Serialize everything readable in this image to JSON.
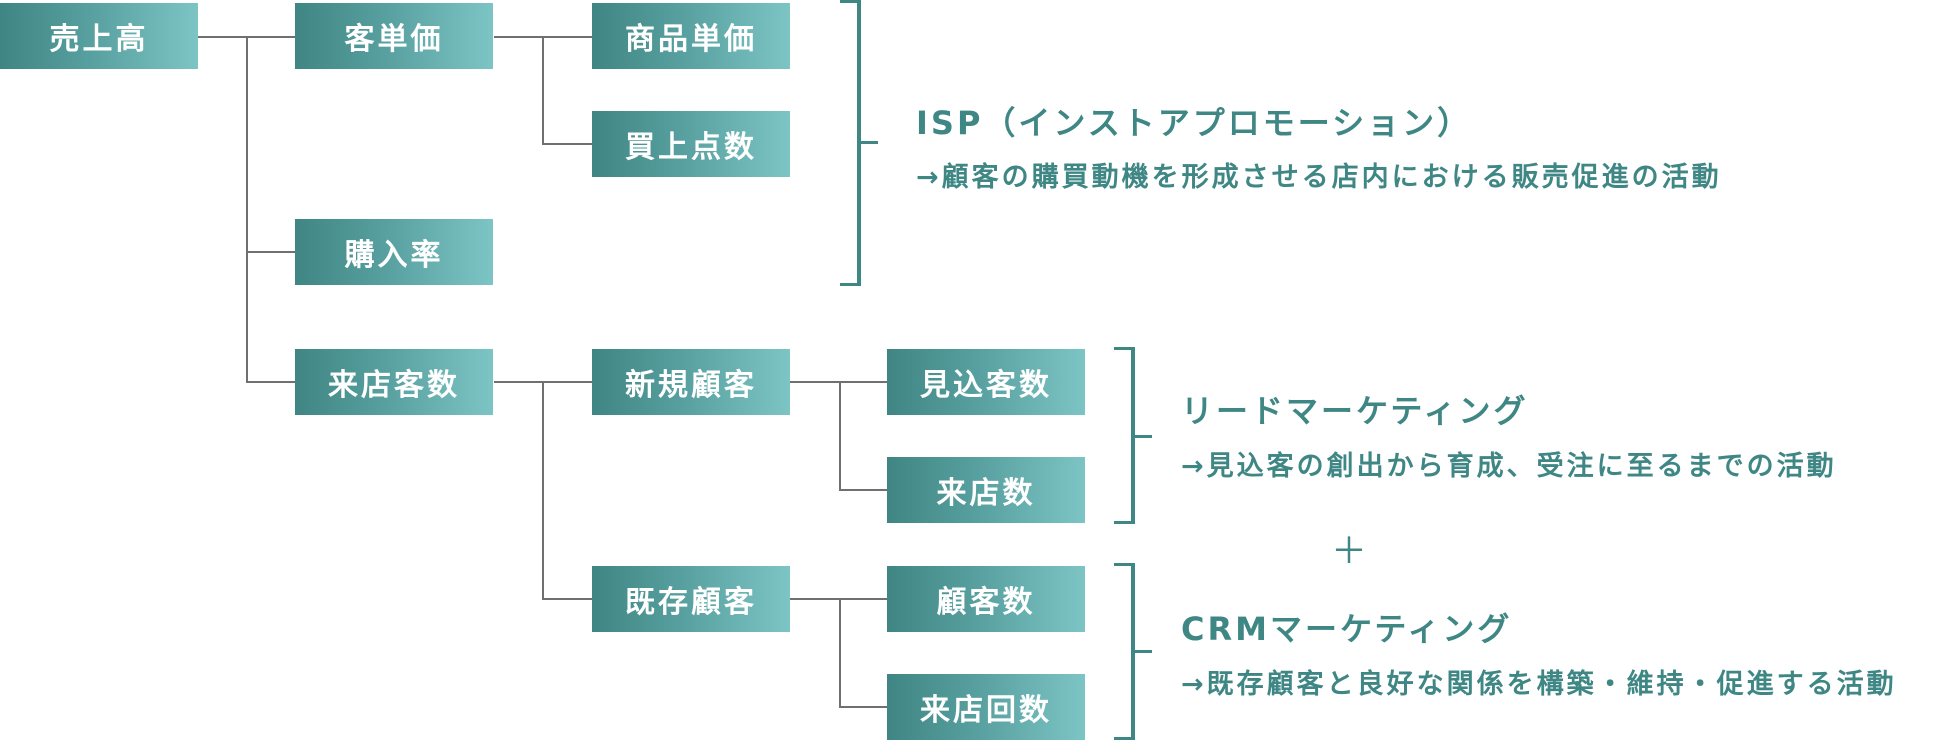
{
  "tree": {
    "root": "売上高",
    "level2": [
      "客単価",
      "購入率",
      "来店客数"
    ],
    "level3": [
      "商品単価",
      "買上点数",
      "新規顧客",
      "既存顧客"
    ],
    "level4": [
      "見込客数",
      "来店数",
      "顧客数",
      "来店回数"
    ]
  },
  "annotations": {
    "isp": {
      "title": "ISP（インストアプロモーション）",
      "desc": "→顧客の購買動機を形成させる店内における販売促進の活動"
    },
    "lead": {
      "title": "リードマーケティング",
      "desc": "→見込客の創出から育成、受注に至るまでの活動"
    },
    "plus": "＋",
    "crm": {
      "title": "CRMマーケティング",
      "desc": "→既存顧客と良好な関係を構築・維持・促進する活動"
    }
  },
  "colors": {
    "box_gradient_start": "#3f8583",
    "box_gradient_end": "#7dc5c5",
    "connector": "#707070",
    "accent_text": "#3f8785"
  }
}
